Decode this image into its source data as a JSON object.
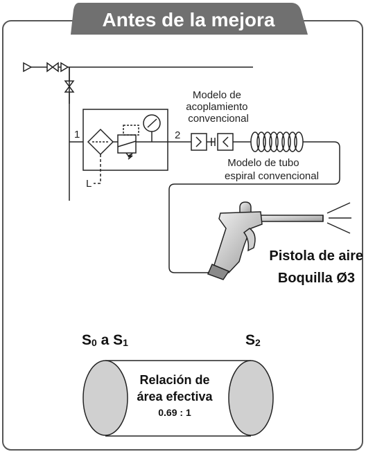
{
  "title": "Antes de la mejora",
  "labels": {
    "port_in": "1",
    "port_out": "2",
    "drain": "L",
    "coupling_model": [
      "Modelo de",
      "acoplamiento",
      "convencional"
    ],
    "spiral_tube_model": [
      "Modelo de tubo",
      "espiral convencional"
    ],
    "air_gun": "Pistola de aire",
    "nozzle": "Boquilla Ø3",
    "s_left": "S",
    "s_left_sub0": "0",
    "s_left_mid": " a S",
    "s_left_sub1": "1",
    "s_right": "S",
    "s_right_sub": "2",
    "ratio_line1": "Relación de",
    "ratio_line2": "área efectiva",
    "ratio_value": "0.69 : 1"
  },
  "colors": {
    "frame": "#555555",
    "title_bg": "#707070",
    "title_text": "#ffffff",
    "cylinder_fill": "#d0d0d0",
    "line": "#222222"
  }
}
